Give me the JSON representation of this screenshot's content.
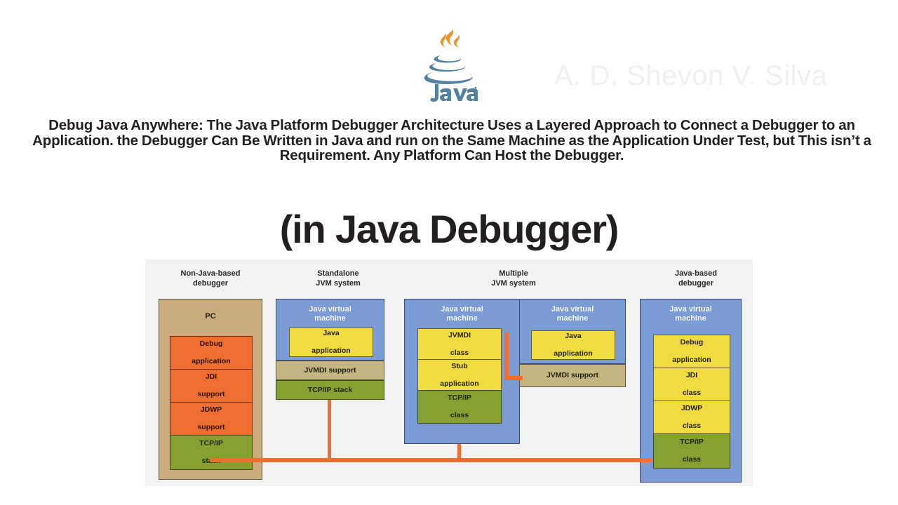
{
  "header": {
    "logo_alt": "Java",
    "logo_wordmark": "Java",
    "watermark": "A. D. Shevon V. Silva"
  },
  "title": {
    "subtitle": "Debug Java Anywhere: The Java Platform Debugger Architecture Uses a Layered Approach to Connect a Debugger to an Application. the Debugger Can Be Written in Java and run on the Same Machine as the Application Under Test, but This isn’t a Requirement. Any Platform Can Host the Debugger.",
    "heading": "(in Java Debugger)"
  },
  "diagram": {
    "columns": [
      {
        "caption_line1": "Non-Java-based",
        "caption_line2": "debugger"
      },
      {
        "caption_line1": "Standalone",
        "caption_line2": "JVM system"
      },
      {
        "caption_line1": "Multiple",
        "caption_line2": "JVM system"
      },
      {
        "caption_line1": "Java-based",
        "caption_line2": "debugger"
      }
    ],
    "col1": {
      "panel_label": "PC",
      "boxes": [
        {
          "line1": "Debug",
          "line2": "application"
        },
        {
          "line1": "JDI",
          "line2": "support"
        },
        {
          "line1": "JDWP",
          "line2": "support"
        },
        {
          "line1": "TCP/IP",
          "line2": "stack"
        }
      ]
    },
    "col2": {
      "panel_label_line1": "Java virtual",
      "panel_label_line2": "machine",
      "inner_box": {
        "line1": "Java",
        "line2": "application"
      },
      "jvmdi_support": "JVMDI support",
      "tcpip_stack": "TCP/IP stack"
    },
    "col3": {
      "left_jvm": {
        "panel_label_line1": "Java virtual",
        "panel_label_line2": "machine",
        "boxes": [
          {
            "line1": "JVMDI",
            "line2": "class"
          },
          {
            "line1": "Stub",
            "line2": "application"
          },
          {
            "line1": "TCP/IP",
            "line2": "class"
          }
        ]
      },
      "right_jvm": {
        "panel_label_line1": "Java virtual",
        "panel_label_line2": "machine",
        "inner_box": {
          "line1": "Java",
          "line2": "application"
        },
        "jvmdi_support": "JVMDI support"
      }
    },
    "col4": {
      "panel_label_line1": "Java virtual",
      "panel_label_line2": "machine",
      "boxes": [
        {
          "line1": "Debug",
          "line2": "application"
        },
        {
          "line1": "JDI",
          "line2": "class"
        },
        {
          "line1": "JDWP",
          "line2": "class"
        },
        {
          "line1": "TCP/IP",
          "line2": "class"
        }
      ]
    },
    "colors": {
      "background": "#f2f2f2",
      "pc_panel": "#c9ab7d",
      "jvm_panel": "#7b9bd4",
      "orange": "#ef6f32",
      "green": "#87a032",
      "yellow": "#f0dc40",
      "jvmdi": "#c3b683",
      "connector": "#ef6f32"
    }
  }
}
